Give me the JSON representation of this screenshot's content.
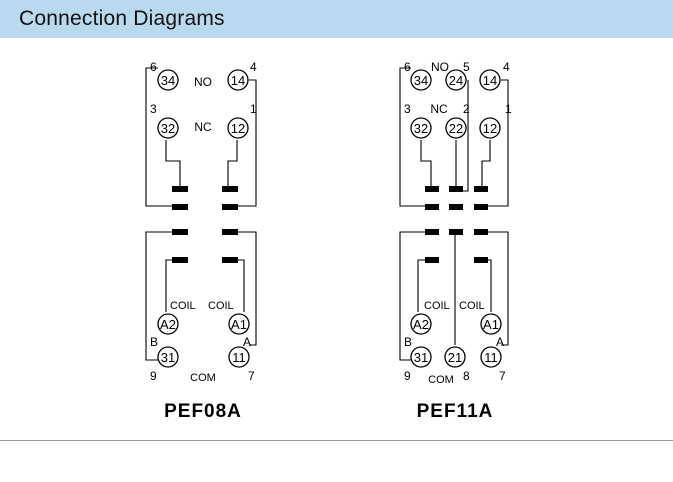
{
  "header": {
    "title": "Connection  Diagrams"
  },
  "diagrams": [
    {
      "model": "PEF08A",
      "pins": {
        "p34": "34",
        "p14": "14",
        "p32": "32",
        "p12": "12",
        "pA2": "A2",
        "pA1": "A1",
        "p31": "31",
        "p11": "11"
      },
      "labels": {
        "n6": "6",
        "n4": "4",
        "n3": "3",
        "n1": "1",
        "no": "NO",
        "nc": "NC",
        "coil_left": "COIL",
        "coil_right": "COIL",
        "b": "B",
        "a": "A",
        "n9": "9",
        "n7": "7",
        "com": "COM"
      }
    },
    {
      "model": "PEF11A",
      "pins": {
        "p34": "34",
        "p24": "24",
        "p14": "14",
        "p32": "32",
        "p22": "22",
        "p12": "12",
        "pA2": "A2",
        "pA1": "A1",
        "p31": "31",
        "p21": "21",
        "p11": "11"
      },
      "labels": {
        "n6": "6",
        "no": "NO",
        "n5": "5",
        "n4": "4",
        "n3": "3",
        "nc": "NC",
        "n2": "2",
        "n1": "1",
        "coil_left": "COIL",
        "coil_right": "COIL",
        "b": "B",
        "a": "A",
        "n9": "9",
        "com": "COM",
        "n8": "8",
        "n7": "7"
      }
    }
  ]
}
